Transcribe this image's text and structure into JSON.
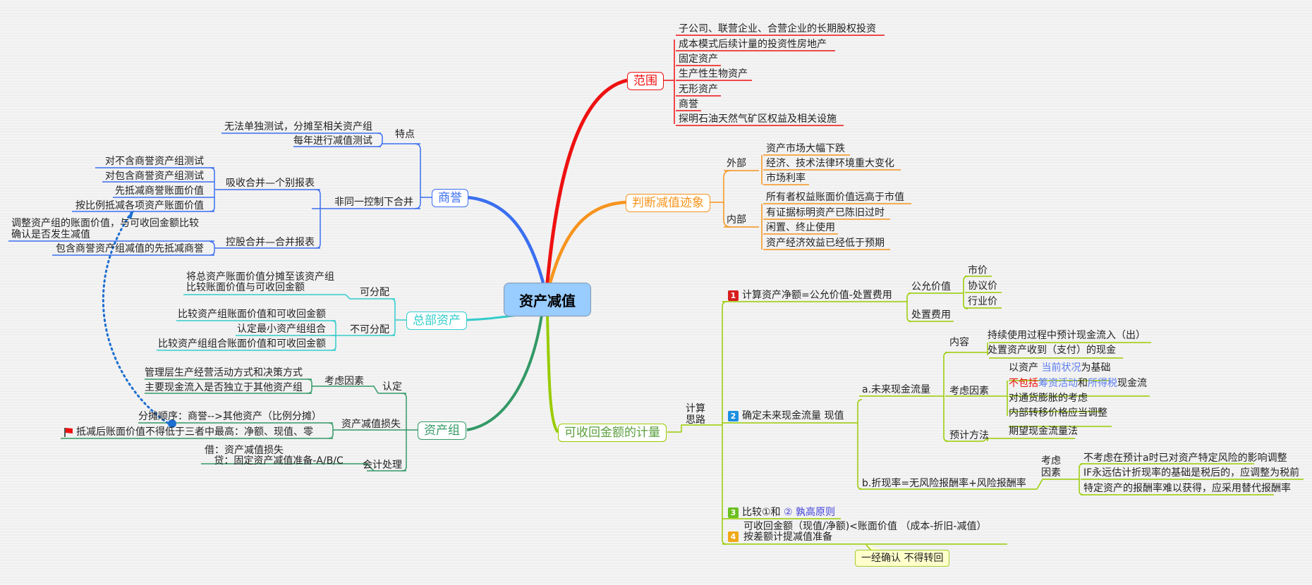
{
  "central": {
    "title": "资产减值",
    "color": "#99ccff"
  },
  "branches": {
    "scope": {
      "label": "范围",
      "color": "#ee1111",
      "items": [
        "子公司、联营企业、合营企业的长期股权投资",
        "成本模式后续计量的投资性房地产",
        "固定资产",
        "生产性生物资产",
        "无形资产",
        "商誉",
        "探明石油天然气矿区权益及相关设施"
      ]
    },
    "signs": {
      "label": "判断减值迹象",
      "color": "#f7941d",
      "external": {
        "label": "外部",
        "items": [
          "资产市场大幅下跌",
          "经济、技术法律环境重大变化",
          "市场利率"
        ]
      },
      "internal": {
        "label": "内部",
        "items": [
          "所有者权益账面价值远高于市值",
          "有证据标明资产已陈旧过时",
          "闲置、终止使用",
          "资产经济效益已经低于预期"
        ]
      }
    },
    "recoverable": {
      "label": "可收回金额的计量",
      "color": "#99cc00",
      "approach_label": "计算\n思路",
      "step1": {
        "badge": "1",
        "label": "计算资产净额=公允价值-处置费用",
        "fair_value": {
          "label": "公允价值",
          "items": [
            "市价",
            "协议价",
            "行业价"
          ]
        },
        "disposal_cost": "处置费用"
      },
      "step2": {
        "badge": "2",
        "label": "确定未来现金流量 现值",
        "future_cf": {
          "label": "a.未来现金流量",
          "content": {
            "label": "内容",
            "items": [
              "持续使用过程中预计现金流入（出）",
              "处置资产收到（支付）的现金"
            ]
          },
          "factors": {
            "label": "考虑因素",
            "item1": {
              "pre": "以资产 ",
              "hl": "当前状况",
              "post": "为基础"
            },
            "item2": {
              "red": "不包括",
              "hl1": "筹资活动",
              "mid": "和",
              "hl2": "所得税",
              "post": "现金流"
            },
            "item3": "对通货膨胀的考虑",
            "item4": "内部转移价格应当调整"
          },
          "method": {
            "label": "预计方法",
            "item": "期望现金流量法"
          }
        },
        "discount": {
          "label": "b.折现率=无风险报酬率+风险报酬率",
          "factors_label": "考虑\n因素",
          "items": [
            "不考虑在预计a时已对资产特定风险的影响调整",
            "IF永远估计折现率的基础是税后的，应调整为税前",
            "特定资产的报酬率难以获得，应采用替代报酬率"
          ]
        }
      },
      "step3": {
        "badge": "3",
        "pre": "比较①和 ",
        "hl": "② 孰高原则"
      },
      "step4": {
        "badge": "4",
        "line1": "可收回金额（现值/净额)<账面价值 （成本-折旧-减值）",
        "line2": "按差额计提减值准备"
      },
      "callout": "一经确认 不得转回"
    },
    "goodwill": {
      "label": "商誉",
      "color": "#3b6ff0",
      "features": {
        "label": "特点",
        "items": [
          "无法单独测试，分摊至相关资产组",
          "每年进行减值测试"
        ]
      },
      "non_common_control": {
        "label": "非同一控制下合并",
        "absorption": {
          "label": "吸收合并—个别报表",
          "items": [
            "对不含商誉资产组测试",
            "对包含商誉资产组测试",
            "先抵减商誉账面价值",
            "按比例抵减各项资产账面价值"
          ]
        },
        "holding": {
          "label": "控股合并—合并报表",
          "items": [
            "调整资产组的账面价值，与可收回金额比较\n确认是否发生减值",
            "包含商誉资产组减值的先抵减商誉"
          ]
        }
      }
    },
    "hq_assets": {
      "label": "总部资产",
      "color": "#33cccc",
      "allocable": {
        "label": "可分配",
        "item": "将总资产账面价值分摊至该资产组\n比较账面价值与可收回金额"
      },
      "non_allocable": {
        "label": "不可分配",
        "items": [
          "比较资产组账面价值和可收回金额",
          "认定最小资产组组合",
          "比较资产组组合账面价值和可收回金额"
        ]
      }
    },
    "asset_group": {
      "label": "资产组",
      "color": "#339966",
      "identify": {
        "label": "认定",
        "factors_label": "考虑因素",
        "items": [
          "管理层生产经营活动方式和决策方式",
          "主要现金流入是否独立于其他资产组"
        ]
      },
      "loss": {
        "label": "资产减值损失",
        "items": [
          "分摊顺序：商誉-->其他资产（比例分摊）",
          "抵减后账面价值不得低于三者中最高：净额、现值、零"
        ],
        "flag_icon": "red-flag"
      },
      "accounting": {
        "label": "会计处理",
        "item": "借：资产减值损失\n   贷：固定资产减值准备-A/B/C"
      }
    }
  }
}
